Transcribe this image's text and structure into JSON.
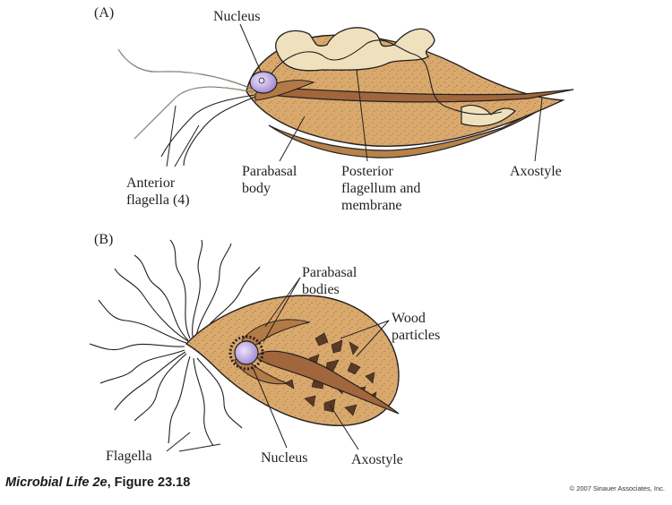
{
  "panels": {
    "a": "(A)",
    "b": "(B)"
  },
  "labels_a": {
    "nucleus": "Nucleus",
    "anterior_flagella": [
      "Anterior",
      "flagella (4)"
    ],
    "parabasal_body": [
      "Parabasal",
      "body"
    ],
    "posterior_flagellum": [
      "Posterior",
      "flagellum and",
      "membrane"
    ],
    "axostyle": "Axostyle"
  },
  "labels_b": {
    "parabasal_bodies": [
      "Parabasal",
      "bodies"
    ],
    "wood_particles": [
      "Wood",
      "particles"
    ],
    "flagella": "Flagella",
    "nucleus": "Nucleus",
    "axostyle": "Axostyle"
  },
  "caption": {
    "book": "Microbial Life 2e",
    "figure": ", Figure 23.18"
  },
  "copyright": "© 2007 Sinauer Associates, Inc.",
  "colors": {
    "cell_body": "#d9a86c",
    "cell_shadow": "#b7834a",
    "membrane": "#efe1bd",
    "nucleus": "#b7a3dc",
    "axostyle": "#a1663b",
    "outline": "#231f20",
    "wood": "#5a3a24"
  }
}
